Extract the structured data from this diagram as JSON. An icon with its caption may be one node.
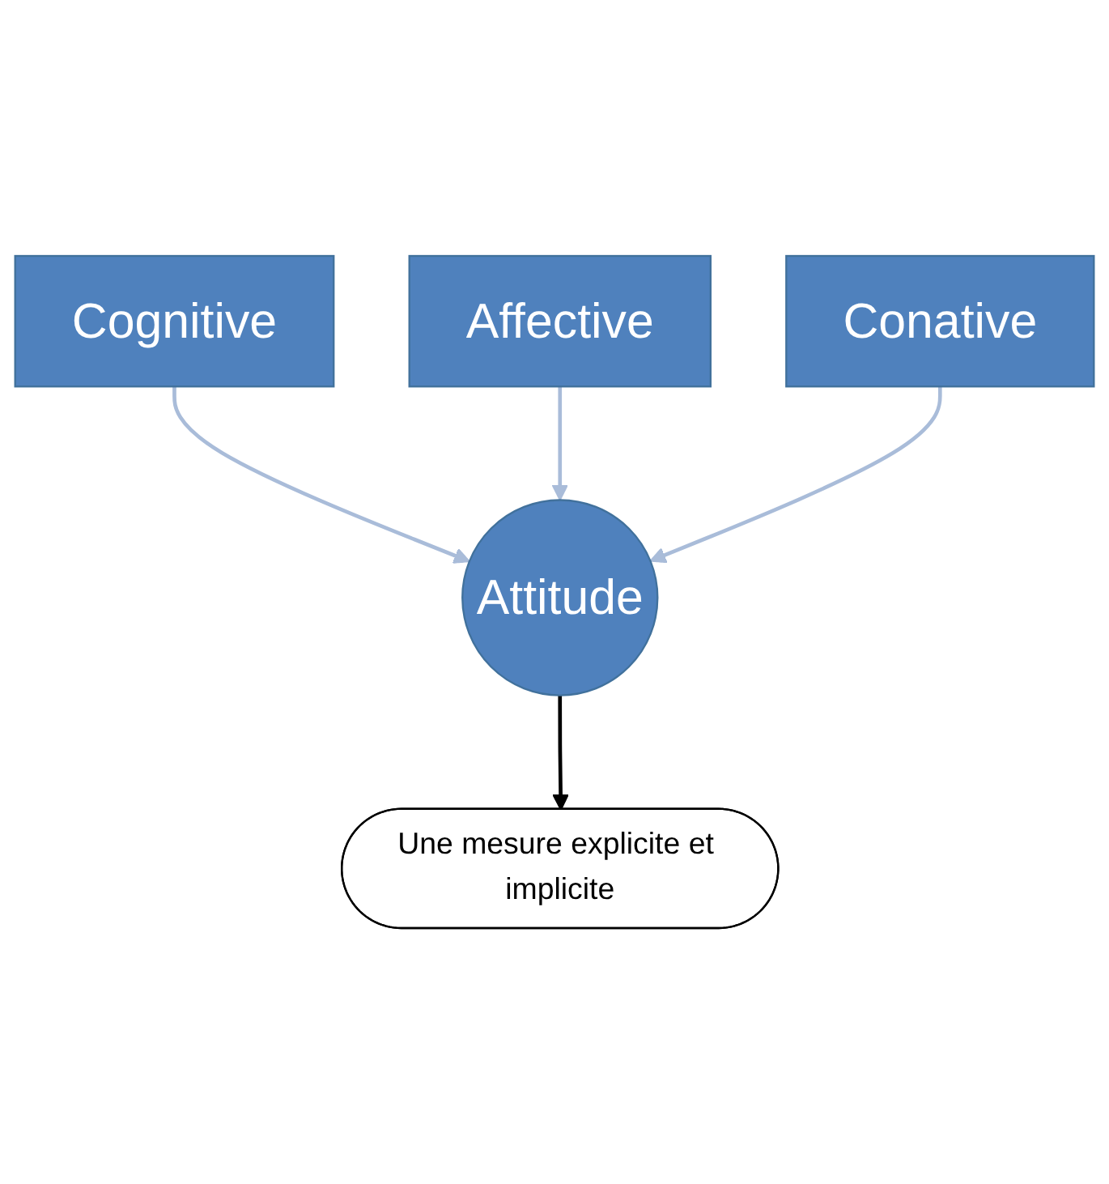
{
  "diagram": {
    "nodes": [
      {
        "text": [
          "Affective"
        ]
      },
      {
        "text": [
          "Cognitive"
        ]
      },
      {
        "text": [
          "Conative"
        ]
      },
      {
        "text": [
          "Attitude"
        ]
      },
      {
        "text": [
          "Une mesure explicite et implicite"
        ]
      }
    ],
    "edges": [
      {
        "from": 1,
        "to": 3,
        "arrow": "to"
      },
      {
        "from": 0,
        "to": 3,
        "arrow": "to"
      },
      {
        "from": 2,
        "to": 3,
        "arrow": "to"
      },
      {
        "from": 3,
        "to": 4,
        "arrow": "to",
        "color": "#000000"
      }
    ]
  }
}
